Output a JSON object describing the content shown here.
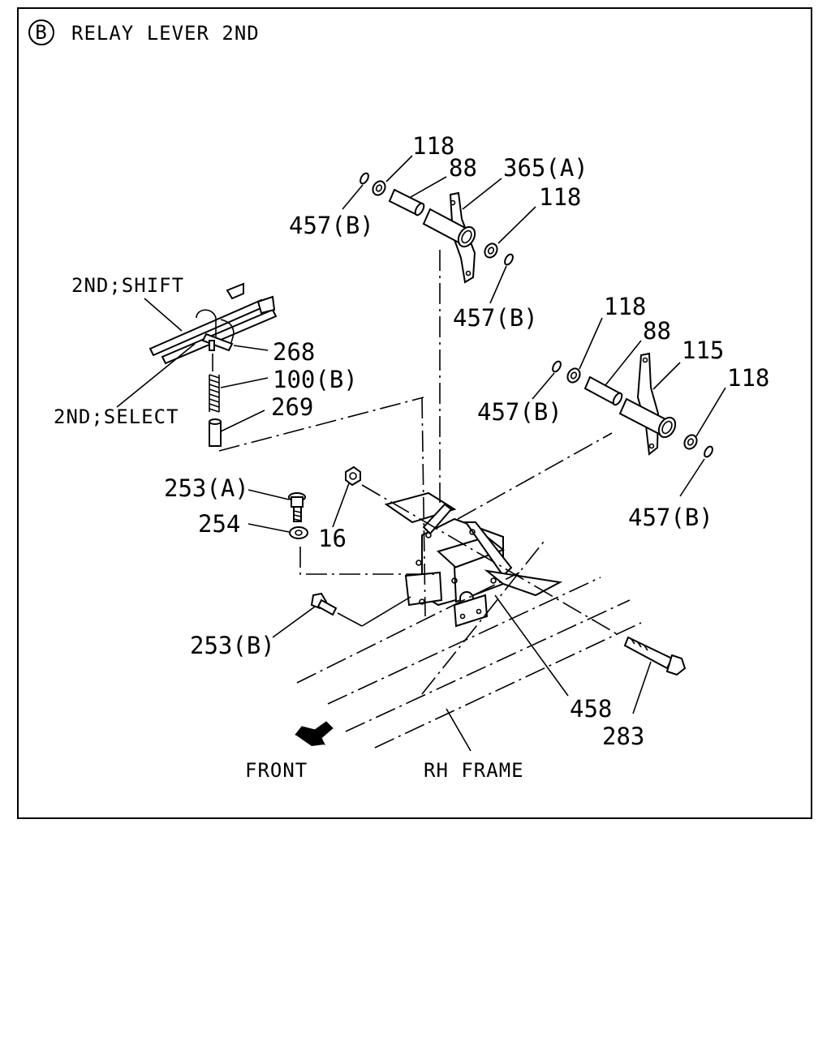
{
  "header": {
    "badge_letter": "B",
    "title": "RELAY LEVER 2ND"
  },
  "callouts": {
    "p118_a": "118",
    "p88_a": "88",
    "p365a": "365(A)",
    "p118_b": "118",
    "p457b_a": "457(B)",
    "p457b_b": "457(B)",
    "p118_c": "118",
    "p88_b": "88",
    "p115": "115",
    "p118_d": "118",
    "p457b_c": "457(B)",
    "p457b_d": "457(B)",
    "p268": "268",
    "p100b": "100(B)",
    "p269": "269",
    "p253a": "253(A)",
    "p254": "254",
    "p16": "16",
    "p253b": "253(B)",
    "p458": "458",
    "p283": "283"
  },
  "notes": {
    "shift": "2ND;SHIFT",
    "select": "2ND;SELECT",
    "front": "FRONT",
    "rh_frame": "RH FRAME"
  }
}
